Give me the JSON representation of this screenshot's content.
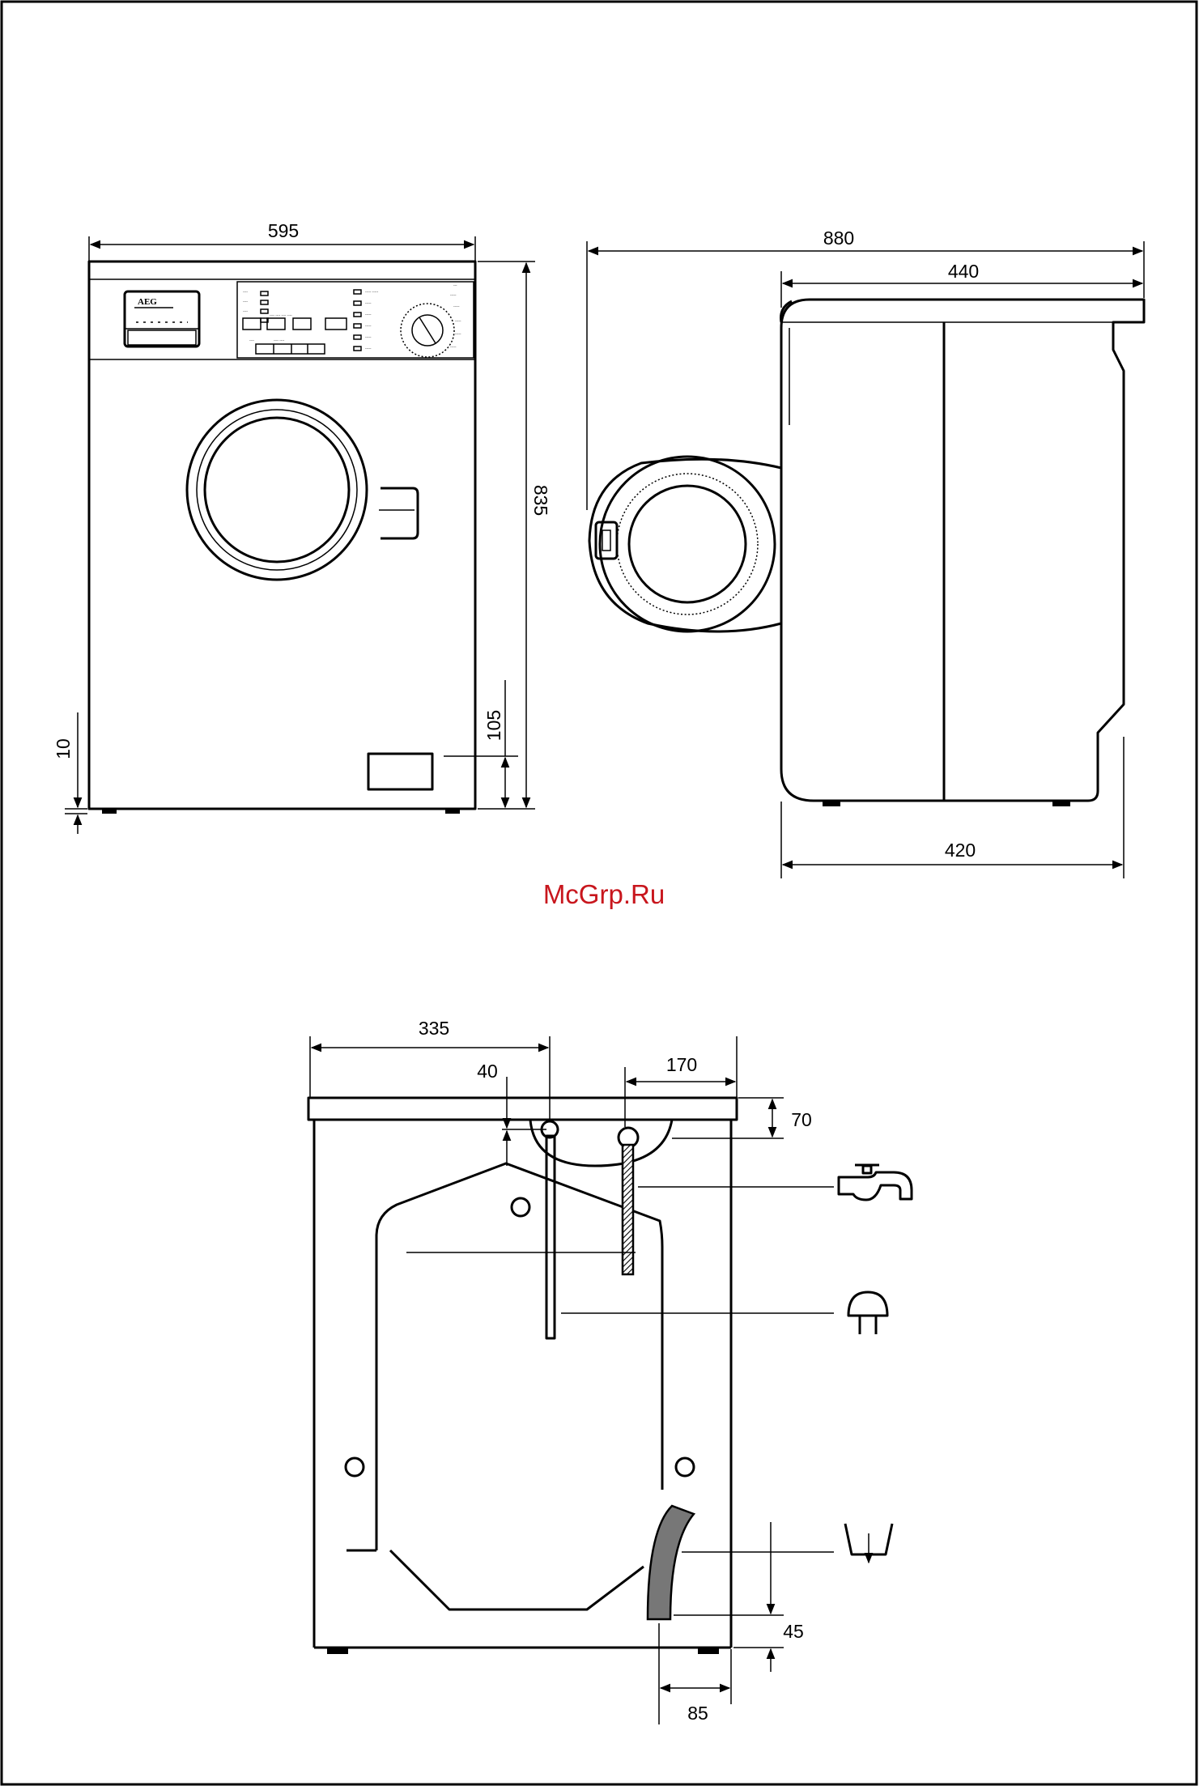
{
  "watermark": "McGrp.Ru",
  "brand_logo": "AEG",
  "front_view": {
    "width_label": "595",
    "height_label": "835",
    "plinth_label": "105",
    "foot_label": "10"
  },
  "side_view": {
    "total_depth_label": "880",
    "cabinet_depth_label": "440",
    "base_depth_label": "420"
  },
  "rear_view": {
    "drain_offset_label": "335",
    "inlet_offset_label": "170",
    "hose_drop_label": "40",
    "top_depth_label": "70",
    "outlet_height_label": "45",
    "outlet_offset_label": "85"
  },
  "icons": [
    "water-tap-icon",
    "power-plug-icon",
    "drain-sink-icon"
  ]
}
